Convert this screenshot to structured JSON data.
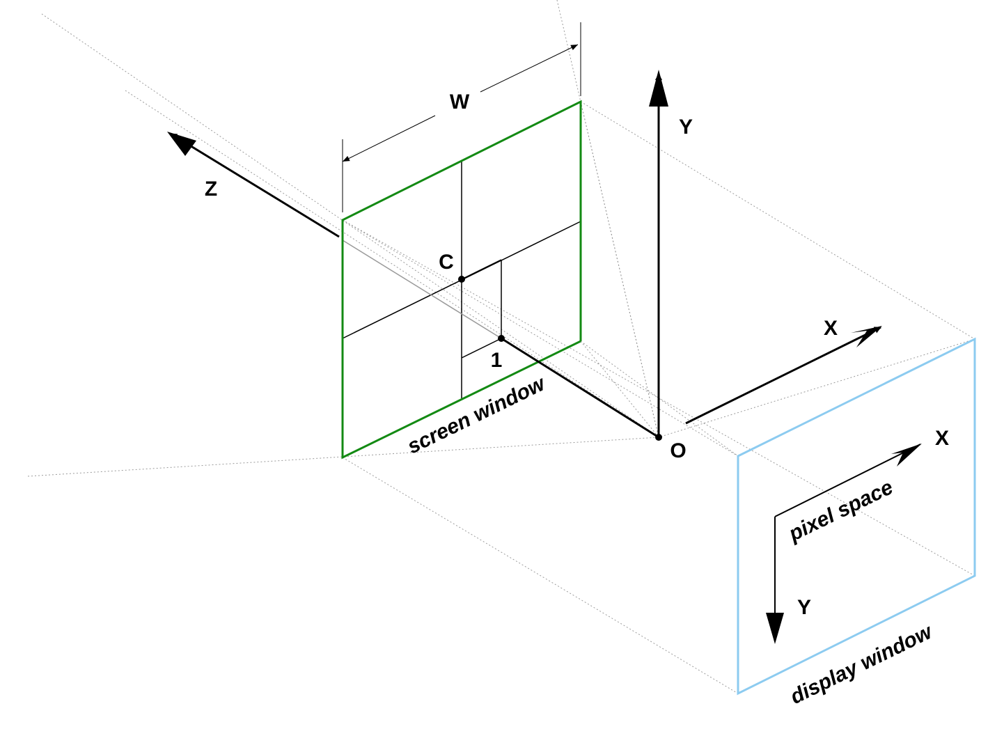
{
  "labels": {
    "width": "W",
    "z_axis": "Z",
    "y_axis": "Y",
    "x_axis": "X",
    "origin": "O",
    "center": "C",
    "unit": "1",
    "screen_window": "screen window",
    "pixel_space": "pixel space",
    "pixel_x": "X",
    "pixel_y": "Y",
    "display_window": "display window"
  },
  "colors": {
    "screen_window": "#138a13",
    "display_window": "#8ccbf0",
    "axes": "#000000",
    "guides": "#9a9a9a"
  }
}
